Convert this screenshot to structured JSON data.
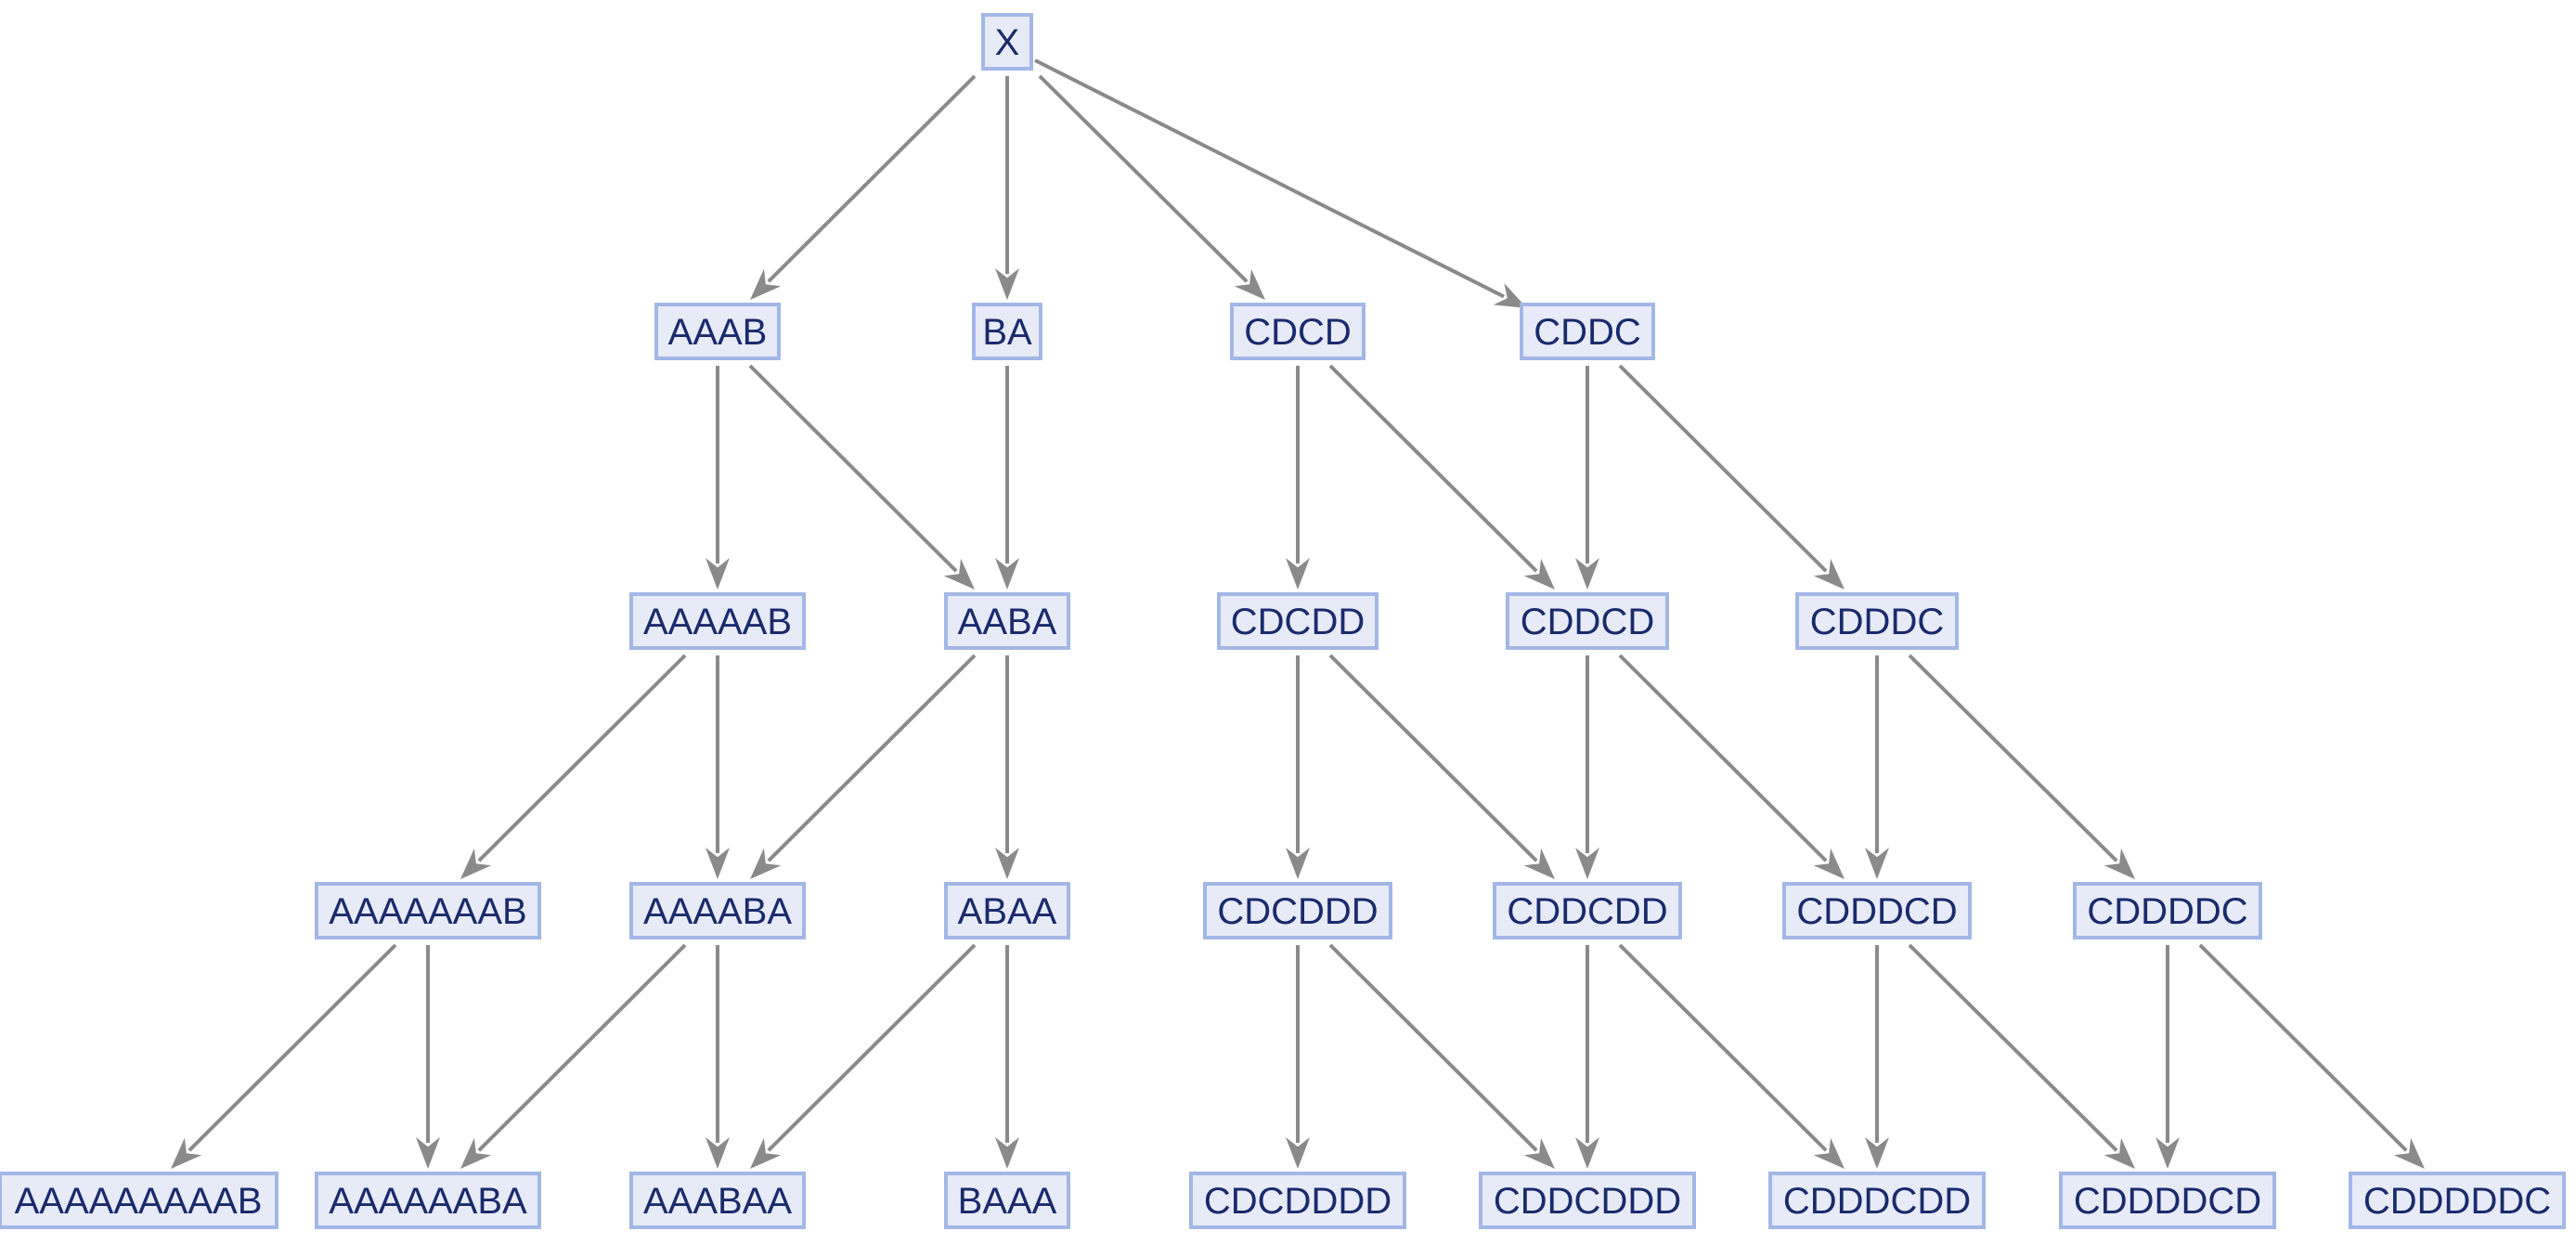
{
  "nodes": [
    {
      "id": "X",
      "label": "X"
    },
    {
      "id": "AAAB",
      "label": "AAAB"
    },
    {
      "id": "BA",
      "label": "BA"
    },
    {
      "id": "CDCD",
      "label": "CDCD"
    },
    {
      "id": "CDDC",
      "label": "CDDC"
    },
    {
      "id": "AAAAAB",
      "label": "AAAAAB"
    },
    {
      "id": "AABA",
      "label": "AABA"
    },
    {
      "id": "CDCDD",
      "label": "CDCDD"
    },
    {
      "id": "CDDCD",
      "label": "CDDCD"
    },
    {
      "id": "CDDDC",
      "label": "CDDDC"
    },
    {
      "id": "AAAAAAAB",
      "label": "AAAAAAAB"
    },
    {
      "id": "AAAABA",
      "label": "AAAABA"
    },
    {
      "id": "ABAA",
      "label": "ABAA"
    },
    {
      "id": "CDCDDD",
      "label": "CDCDDD"
    },
    {
      "id": "CDDCDD",
      "label": "CDDCDD"
    },
    {
      "id": "CDDDCD",
      "label": "CDDDCD"
    },
    {
      "id": "CDDDDC",
      "label": "CDDDDC"
    },
    {
      "id": "AAAAAAAAAB",
      "label": "AAAAAAAAAB"
    },
    {
      "id": "AAAAAABA",
      "label": "AAAAAABA"
    },
    {
      "id": "AAABAA",
      "label": "AAABAA"
    },
    {
      "id": "BAAA",
      "label": "BAAA"
    },
    {
      "id": "CDCDDDD",
      "label": "CDCDDDD"
    },
    {
      "id": "CDDCDDD",
      "label": "CDDCDDD"
    },
    {
      "id": "CDDDCDD",
      "label": "CDDDCDD"
    },
    {
      "id": "CDDDDCD",
      "label": "CDDDDCD"
    },
    {
      "id": "CDDDDDC",
      "label": "CDDDDDC"
    }
  ],
  "edges": [
    [
      "X",
      "AAAB"
    ],
    [
      "X",
      "BA"
    ],
    [
      "X",
      "CDCD"
    ],
    [
      "X",
      "CDDC"
    ],
    [
      "AAAB",
      "AAAAAB"
    ],
    [
      "AAAB",
      "AABA"
    ],
    [
      "BA",
      "AABA"
    ],
    [
      "CDCD",
      "CDCDD"
    ],
    [
      "CDCD",
      "CDDCD"
    ],
    [
      "CDDC",
      "CDDCD"
    ],
    [
      "CDDC",
      "CDDDC"
    ],
    [
      "AAAAAB",
      "AAAAAAAB"
    ],
    [
      "AAAAAB",
      "AAAABA"
    ],
    [
      "AABA",
      "AAAABA"
    ],
    [
      "AABA",
      "ABAA"
    ],
    [
      "CDCDD",
      "CDCDDD"
    ],
    [
      "CDCDD",
      "CDDCDD"
    ],
    [
      "CDDCD",
      "CDDCDD"
    ],
    [
      "CDDCD",
      "CDDDCD"
    ],
    [
      "CDDDC",
      "CDDDCD"
    ],
    [
      "CDDDC",
      "CDDDDC"
    ],
    [
      "AAAAAAAB",
      "AAAAAAAAAB"
    ],
    [
      "AAAAAAAB",
      "AAAAAABA"
    ],
    [
      "AAAABA",
      "AAAAAABA"
    ],
    [
      "AAAABA",
      "AAABAA"
    ],
    [
      "ABAA",
      "AAABAA"
    ],
    [
      "ABAA",
      "BAAA"
    ],
    [
      "CDCDDD",
      "CDCDDDD"
    ],
    [
      "CDCDDD",
      "CDDCDDD"
    ],
    [
      "CDDCDD",
      "CDDCDDD"
    ],
    [
      "CDDCDD",
      "CDDDCDD"
    ],
    [
      "CDDDCD",
      "CDDDCDD"
    ],
    [
      "CDDDCD",
      "CDDDDCD"
    ],
    [
      "CDDDDC",
      "CDDDDCD"
    ],
    [
      "CDDDDC",
      "CDDDDDC"
    ]
  ],
  "colors": {
    "node_fill": "#e6ebf7",
    "node_border": "#a3b7e6",
    "node_text": "#1a2a6c",
    "edge": "#8a8a8a"
  }
}
